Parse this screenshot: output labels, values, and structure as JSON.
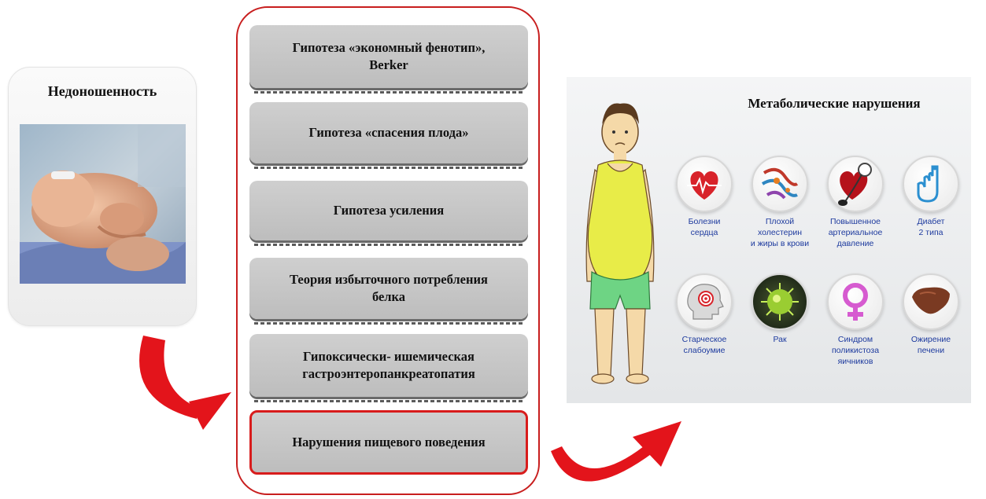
{
  "left": {
    "title": "Недоношенность"
  },
  "hypotheses": [
    {
      "label": "Гипотеза «экономный фенотип»,\nBerker"
    },
    {
      "label": "Гипотеза «спасения плода»"
    },
    {
      "label": "Гипотеза усиления"
    },
    {
      "label": "Теория избыточного потребления\nбелка"
    },
    {
      "label": "Гипоксически- ишемическая\nгастроэнтеропанкреатопатия"
    },
    {
      "label": "Нарушения пищевого поведения"
    }
  ],
  "right": {
    "title": "Метаболические нарушения",
    "conditions": [
      {
        "label": "Болезни\nсердца",
        "icon": "heart-icon"
      },
      {
        "label": "Плохой\nхолестерин\nи жиры в крови",
        "icon": "cholesterol-icon"
      },
      {
        "label": "Повышенное\nартериальное\nдавление",
        "icon": "blood-pressure-icon"
      },
      {
        "label": "Диабет\n2 типа",
        "icon": "diabetes-icon"
      },
      {
        "label": "Старческое\nслабоумие",
        "icon": "brain-icon"
      },
      {
        "label": "Рак",
        "icon": "cancer-cell-icon"
      },
      {
        "label": "Синдром\nполикистоза\nяичников",
        "icon": "female-symbol-icon"
      },
      {
        "label": "Ожирение\nпечени",
        "icon": "liver-icon"
      }
    ]
  },
  "colors": {
    "accent_red": "#d81c1c",
    "label_blue": "#1d3a9e",
    "box_gray": "#c6c6c6"
  }
}
